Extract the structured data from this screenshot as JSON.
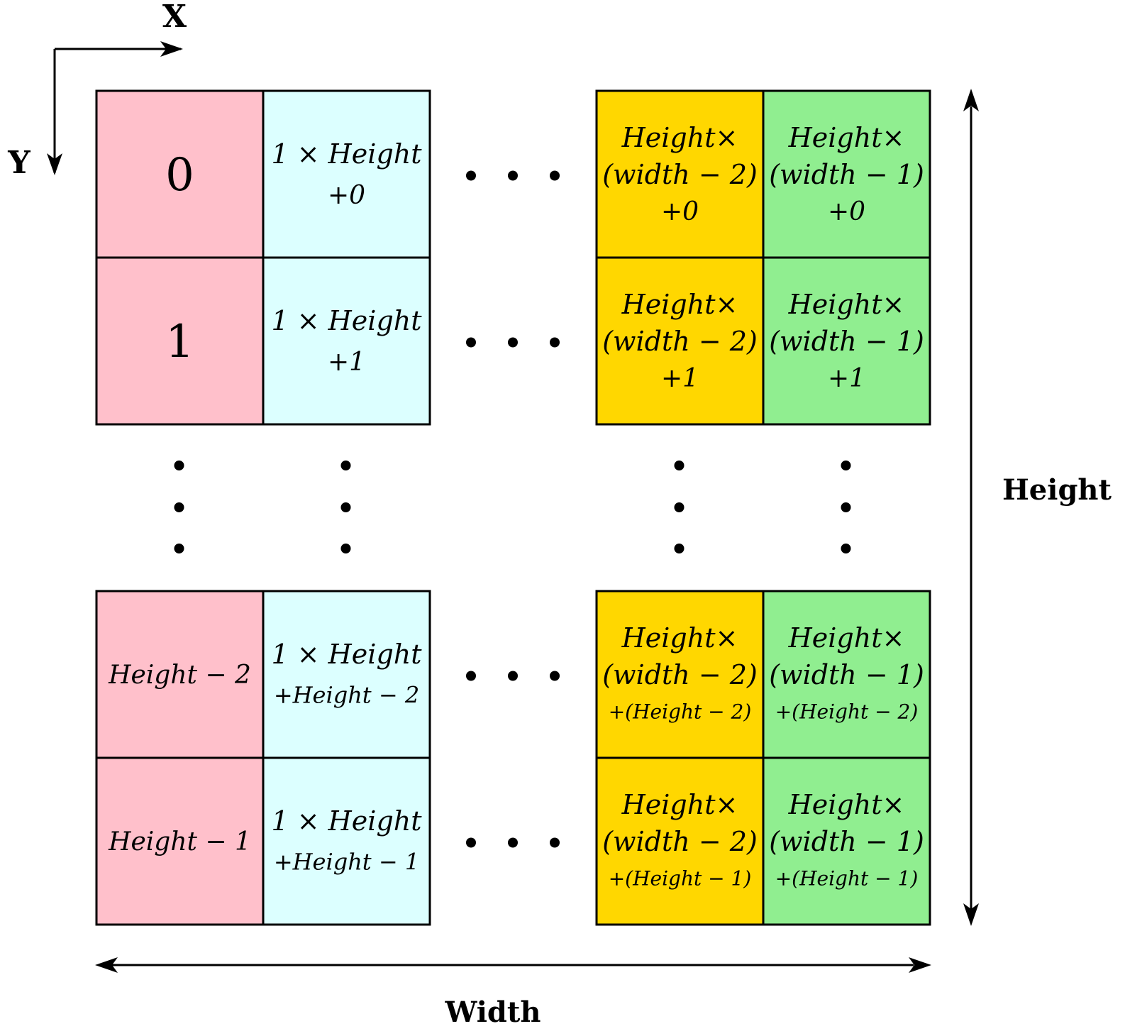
{
  "axes": {
    "x_label": "X",
    "y_label": "Y",
    "height_label": "Height",
    "width_label": "Width"
  },
  "colors": {
    "col0": "#ffc0cb",
    "col1": "#dcffff",
    "col_w2": "#ffd700",
    "col_w1": "#90ee90",
    "stroke": "#000000"
  },
  "cells": {
    "r0c0": {
      "lines": [
        "0"
      ]
    },
    "r1c0": {
      "lines": [
        "1"
      ]
    },
    "r2c0": {
      "lines": [
        "Height − 2"
      ]
    },
    "r3c0": {
      "lines": [
        "Height − 1"
      ]
    },
    "r0c1": {
      "lines": [
        "1 × Height",
        "+0"
      ]
    },
    "r1c1": {
      "lines": [
        "1 × Height",
        "+1"
      ]
    },
    "r2c1": {
      "lines": [
        "1 × Height",
        "+Height − 2"
      ]
    },
    "r3c1": {
      "lines": [
        "1 × Height",
        "+Height − 1"
      ]
    },
    "r0c2": {
      "lines": [
        "Height×",
        "(width − 2)",
        "+0"
      ]
    },
    "r1c2": {
      "lines": [
        "Height×",
        "(width − 2)",
        "+1"
      ]
    },
    "r2c2": {
      "lines": [
        "Height×",
        "(width − 2)",
        "+(Height − 2)"
      ]
    },
    "r3c2": {
      "lines": [
        "Height×",
        "(width − 2)",
        "+(Height − 1)"
      ]
    },
    "r0c3": {
      "lines": [
        "Height×",
        "(width − 1)",
        "+0"
      ]
    },
    "r1c3": {
      "lines": [
        "Height×",
        "(width − 1)",
        "+1"
      ]
    },
    "r2c3": {
      "lines": [
        "Height×",
        "(width − 1)",
        "+(Height − 2)"
      ]
    },
    "r3c3": {
      "lines": [
        "Height×",
        "(width − 1)",
        "+(Height − 1)"
      ]
    }
  }
}
